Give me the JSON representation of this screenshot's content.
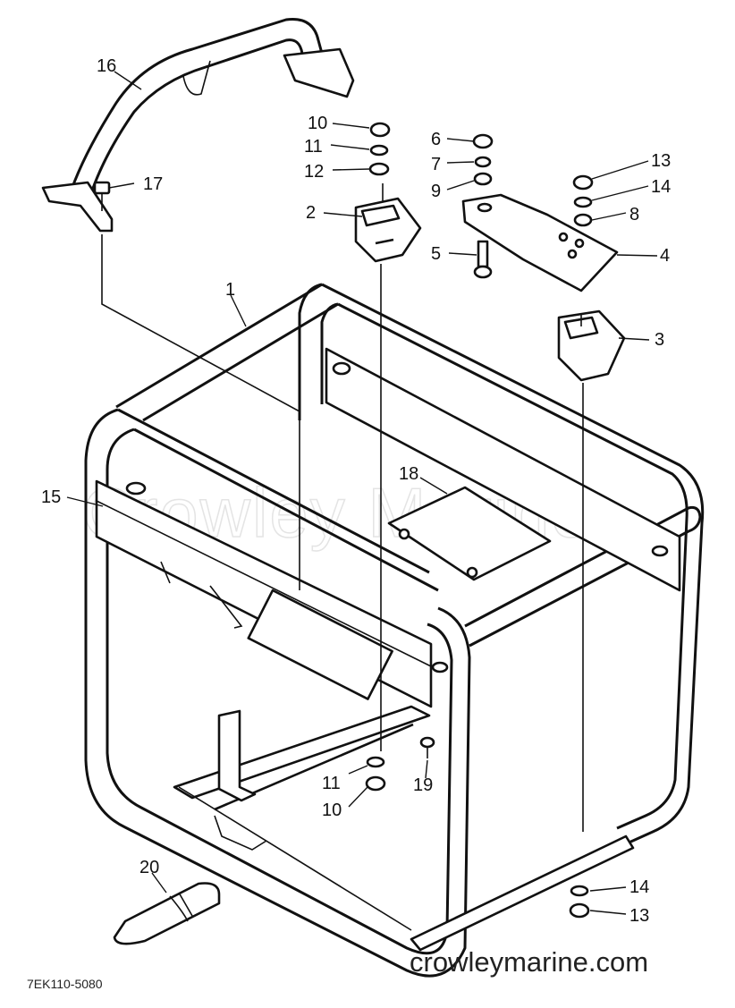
{
  "watermark": "Crowley Marine",
  "site_watermark": "crowleymarine.com",
  "drawing_code": "7EK110-5080",
  "callouts": {
    "c1": "1",
    "c2": "2",
    "c3": "3",
    "c4": "4",
    "c5": "5",
    "c6": "6",
    "c7": "7",
    "c8": "8",
    "c9": "9",
    "c10a": "10",
    "c11a": "11",
    "c12": "12",
    "c13a": "13",
    "c14a": "14",
    "c15": "15",
    "c16": "16",
    "c17": "17",
    "c18": "18",
    "c10b": "10",
    "c11b": "11",
    "c19": "19",
    "c20": "20",
    "c14b": "14",
    "c13b": "13"
  }
}
